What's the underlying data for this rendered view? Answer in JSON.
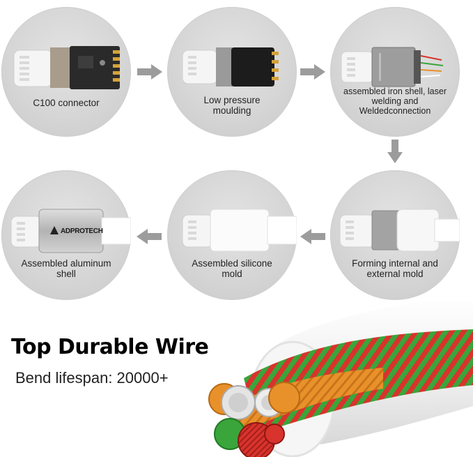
{
  "steps": [
    {
      "label": "C100 connector"
    },
    {
      "label": "Low pressure moulding"
    },
    {
      "label": "assembled iron shell, laser welding and Weldedconnection"
    },
    {
      "label": "Forming internal and external mold"
    },
    {
      "label": "Assembled silicone mold"
    },
    {
      "label": "Assembled aluminum shell"
    }
  ],
  "brand": {
    "logo_text": "ADPROTECH"
  },
  "headline": "Top Durable Wire",
  "subline": "Bend lifespan: 20000+",
  "colors": {
    "circle": "#d6d6d6",
    "arrow": "#9c9c9c",
    "connector_white": "#f4f4f4",
    "shell_silver": "#b9b9b9",
    "wire_red": "#d8332c",
    "wire_green": "#3aa53a",
    "wire_orange": "#e8912a"
  }
}
